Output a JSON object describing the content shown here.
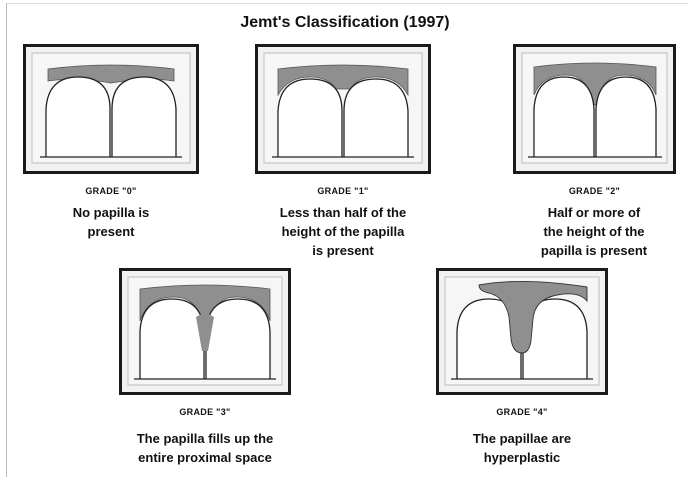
{
  "title": "Jemt's Classification (1997)",
  "grades": [
    {
      "grade": "GRADE \"0\"",
      "lines": [
        "No papilla is",
        "present"
      ]
    },
    {
      "grade": "GRADE \"1\"",
      "lines": [
        "Less than half of the",
        "height of the papilla",
        "is present"
      ]
    },
    {
      "grade": "GRADE \"2\"",
      "lines": [
        "Half or more of",
        "the height of the",
        "papilla is present"
      ]
    },
    {
      "grade": "GRADE \"3\"",
      "lines": [
        "The papilla fills up the",
        "entire proximal space"
      ]
    },
    {
      "grade": "GRADE \"4\"",
      "lines": [
        "The papillae are",
        "hyperplastic"
      ]
    }
  ],
  "colors": {
    "gingiva": "#8f8f8f",
    "tooth": "#ffffff",
    "panel": "#f1f1f1",
    "outline": "#1a1a1a"
  }
}
